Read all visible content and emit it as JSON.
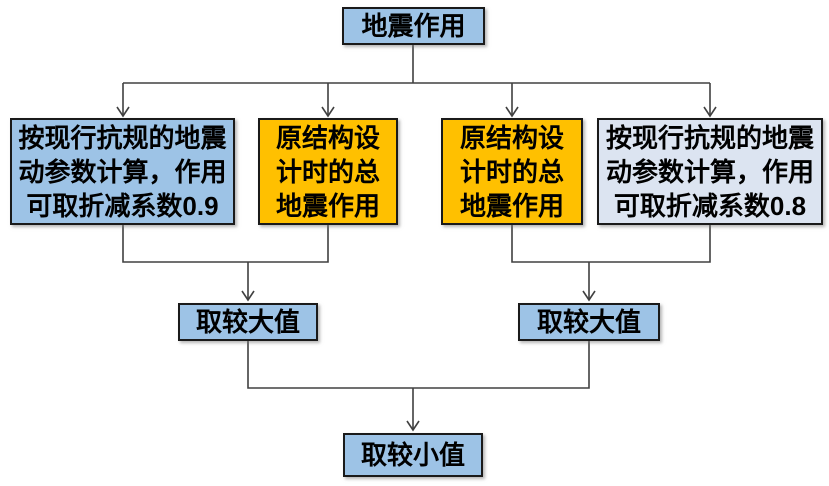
{
  "colors": {
    "light_blue": "#9DC3E6",
    "pale_blue": "#DCE4F1",
    "orange": "#FFC000",
    "line": "#404040",
    "border": "#1a1a1a"
  },
  "nodes": {
    "root": {
      "label": "地震作用"
    },
    "calc_09": {
      "label": "按现行抗规的地震\n动参数计算，作用\n可取折减系数0.9"
    },
    "orig_left": {
      "label": "原结构设\n计时的总\n地震作用"
    },
    "orig_right": {
      "label": "原结构设\n计时的总\n地震作用"
    },
    "calc_08": {
      "label": "按现行抗规的地震\n动参数计算，作用\n可取折减系数0.8"
    },
    "max_left": {
      "label": "取较大值"
    },
    "max_right": {
      "label": "取较大值"
    },
    "min": {
      "label": "取较小值"
    }
  }
}
